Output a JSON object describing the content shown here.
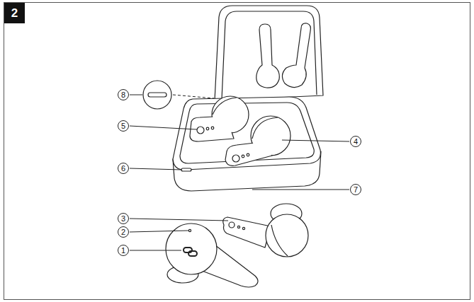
{
  "diagram": {
    "nodes": [
      {
        "text": [
          "2"
        ]
      }
    ],
    "labels": [
      "8",
      "5",
      "4",
      "6",
      "7",
      "3",
      "2",
      "1"
    ]
  }
}
